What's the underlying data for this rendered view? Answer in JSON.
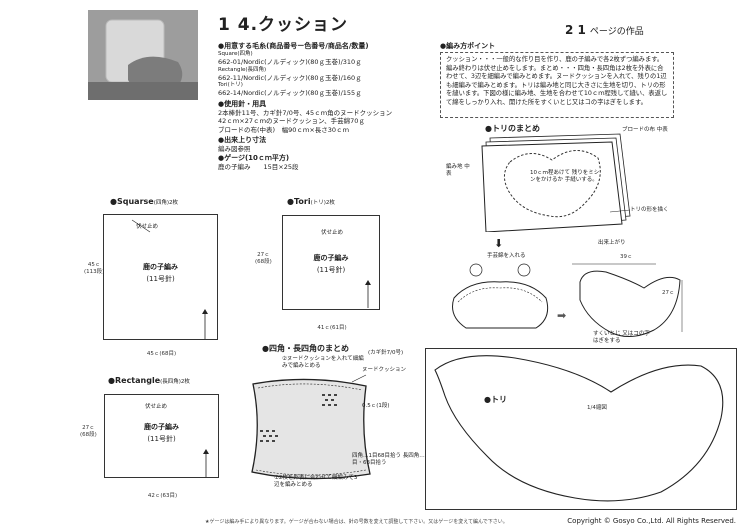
{
  "title": "1 4.クッション",
  "page_ref": {
    "num": "2 1",
    "text": "ページの作品"
  },
  "materials": {
    "heading": "●用意する毛糸(商品番号ー色番号/商品名/数量)",
    "items": [
      {
        "label": "Square(四角)",
        "value": "662-01/Nordic(ノルディック)(80ｇ玉巻)/310ｇ"
      },
      {
        "label": "Rectangle(長四角)",
        "value": "662-11/Nordic(ノルディック)(80ｇ玉巻)/160ｇ"
      },
      {
        "label": "Tori(トリ)",
        "value": "662-14/Nordic(ノルディック)(80ｇ玉巻)/155ｇ"
      }
    ]
  },
  "tools": {
    "heading": "●使用針・用具",
    "lines": [
      "2本棒針11号、カギ針7/0号、45ｃｍ角のヌードクッション",
      "42ｃｍ×27ｃｍのヌードクッション、手芸綿70ｇ",
      "ブロードの布(中表)　幅90ｃｍ×長さ30ｃｍ"
    ]
  },
  "finished": {
    "heading": "●出来上り寸法",
    "text": "編み図参照"
  },
  "gauge": {
    "heading": "●ゲージ(10ｃｍ平方)",
    "text": "鹿の子編み　　15目×25段"
  },
  "points": {
    "heading": "●編み方ポイント",
    "text": "クッション・・・一般的な作り目を作り、鹿の子編みで各2枚ずつ編みます。編み終わりは伏せ止めをします。まとめ・・・四角・長四角は2枚を外表に合わせて、3辺を細編みで編みとめます。ヌードクッションを入れて、残りの1辺も細編みで編みとめます。トリは編み地と同じ大きさに生地を切り、トリの形を縫います。下図の様に編み地、生地を合わせて10ｃｍ程残して縫い、表返して綿をしっかり入れ、開けた所をすくいとじ又はコの字はぎをします。"
  },
  "square": {
    "title": "●Squarse",
    "subtitle": "(四角)2枚",
    "bind_off": "伏せ止め",
    "pattern": "鹿の子編み",
    "needle": "(11号針)",
    "height": "45ｃ",
    "height_rows": "(113段)",
    "width": "45ｃ(68目)"
  },
  "tori": {
    "title": "●Tori",
    "subtitle": "(トリ)2枚",
    "bind_off": "伏せ止め",
    "pattern": "鹿の子編み",
    "needle": "(11号針)",
    "height": "27ｃ",
    "height_rows": "(68段)",
    "width": "41ｃ(61目)"
  },
  "rectangle": {
    "title": "●Rectangle",
    "subtitle": "(長四角)2枚",
    "bind_off": "伏せ止め",
    "pattern": "鹿の子編み",
    "needle": "(11号針)",
    "height": "27ｃ",
    "height_rows": "(68段)",
    "width": "42ｃ(63目)"
  },
  "assembly": {
    "title": "●四角・長四角のまとめ",
    "needle": "(カギ針7/0号)",
    "note1": "②ヌードクッションを入れて細編みで編みとめる",
    "note_nude": "ヌードクッション",
    "note_row": "0.5ｃ(1段)",
    "note_stitches": "四角…1目68目拾う 長四角…41目・63目拾う",
    "note2": "①2枚を外表に合わせて細編みで3辺を編みとめる"
  },
  "tori_assembly": {
    "title": "●トリのまとめ",
    "broad": "ブロードの布 中表",
    "knit": "編み地 中表",
    "center_note": "10ｃｍ程あけて 残りをミシンをかけるか 手縫いする。",
    "cut_note": "トリの形を描く",
    "stuffing": "手芸綿を入れる",
    "finished_label": "出来上がり",
    "finished_width": "39ｃ",
    "finished_height": "27ｃ",
    "closing_note": "すくいとじ 又はコの字はぎをする",
    "bird_label": "●トリ",
    "scale": "1/4縮図"
  },
  "footnote": "★ゲージは編み手により異なります。ゲージが合わない場合は、針の号数を変えて調整して下さい。又はゲージを変えて編んで下さい。",
  "copyright": "Copyright © Gosyo Co.,Ltd. All Rights Reserved."
}
